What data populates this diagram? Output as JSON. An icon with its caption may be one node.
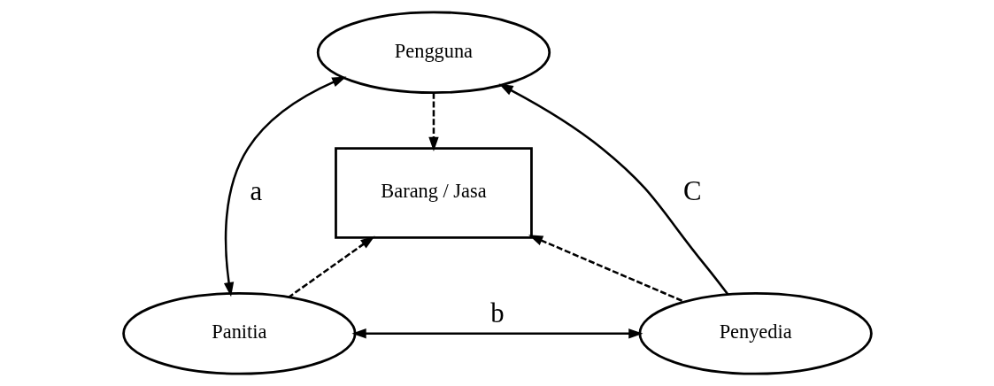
{
  "diagram": {
    "nodes": [
      {
        "text": [
          "Pengguna"
        ]
      },
      {
        "text": [
          "Barang / Jasa"
        ]
      },
      {
        "text": [
          "Panitia"
        ]
      },
      {
        "text": [
          "Penyedia"
        ]
      }
    ],
    "edges": [
      {
        "from": 0,
        "to": 2,
        "arrow": "both",
        "label": "a"
      },
      {
        "from": 0,
        "to": 1,
        "arrow": "to",
        "style": "dashed"
      },
      {
        "from": 3,
        "to": 0,
        "arrow": "to",
        "label": "C"
      },
      {
        "from": 2,
        "to": 1,
        "arrow": "to",
        "style": "dashed"
      },
      {
        "from": 3,
        "to": 1,
        "arrow": "to",
        "style": "dashed"
      },
      {
        "from": 2,
        "to": 3,
        "arrow": "both",
        "label": "b"
      }
    ]
  }
}
